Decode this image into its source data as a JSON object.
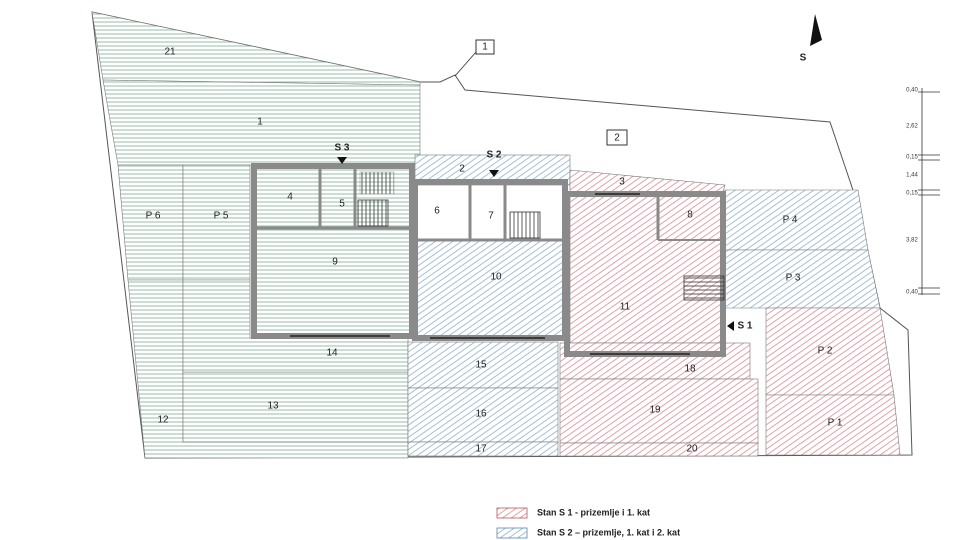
{
  "colors": {
    "green_hatch": "#7fae93",
    "blue_hatch": "#8fb1c9",
    "red_hatch": "#d98b95",
    "wall": "#8a8a8a",
    "line": "#555555"
  },
  "north_label": "S",
  "units": {
    "u1": "1",
    "u2": "2",
    "u3": "3",
    "u4": "4",
    "u5": "5",
    "u6": "6",
    "u7": "7",
    "u8": "8",
    "u9": "9",
    "u10": "10",
    "u11": "11",
    "u12": "12",
    "u13": "13",
    "u14": "14",
    "u15": "15",
    "u16": "16",
    "u17": "17",
    "u18": "18",
    "u19": "19",
    "u20": "20",
    "u21": "21",
    "p1": "P 1",
    "p2": "P 2",
    "p3": "P 3",
    "p4": "P 4",
    "p5": "P 5",
    "p6": "P 6"
  },
  "entrances": {
    "s1": "S 1",
    "s2": "S 2",
    "s3": "S 3"
  },
  "boxed_labels": {
    "b1": "1",
    "b2": "2"
  },
  "dimensions": [
    "0,40",
    "2,62",
    "0,15",
    "1,44",
    "0,15",
    "3,82",
    "0,40"
  ],
  "legend": [
    {
      "label": "Stan S 1 - prizemlje i 1. kat",
      "color": "#d98b95"
    },
    {
      "label": "Stan S 2 – prizemlje, 1. kat i 2. kat",
      "color": "#8fb1c9"
    }
  ]
}
